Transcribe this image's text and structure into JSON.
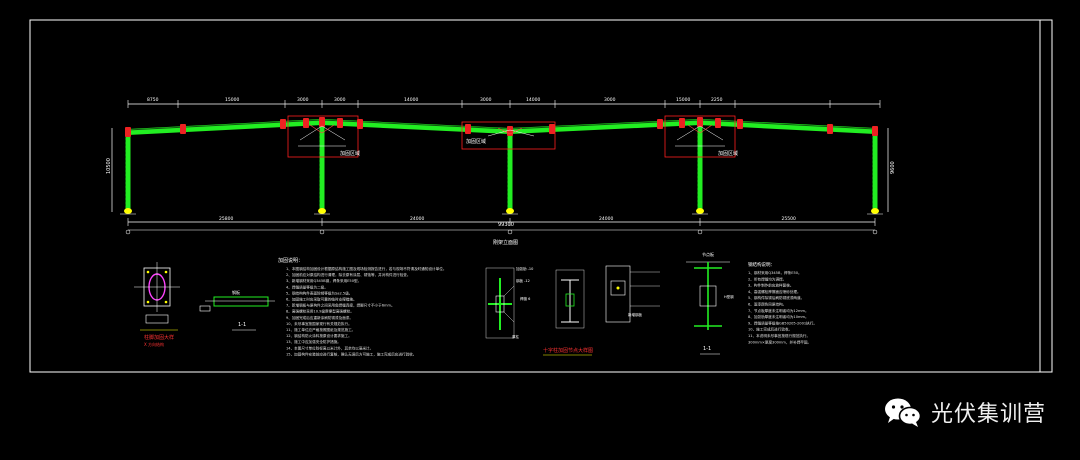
{
  "drawing": {
    "span_dims": [
      "8750",
      "15000",
      "3000",
      "3000",
      "14000",
      "3000",
      "14000",
      "3000",
      "15000",
      "2250"
    ],
    "bottom_dims": [
      "25800",
      "24000",
      "24000",
      "25500"
    ],
    "total_dim": "99300",
    "height_left": "10500",
    "height_right": "9600",
    "frame_caption": "刚架立面图",
    "haunch_labels": [
      "加固区域",
      "加固区域",
      "加固区域"
    ],
    "colors": {
      "beam": "#22ee22",
      "joint": "#ee2222",
      "dim": "#ffffff",
      "note": "#e8e8e8",
      "caption": "#ff3333",
      "frame": "#ffffff",
      "box": "#ff2020"
    }
  },
  "details": {
    "base_plate_caption": "柱脚加固大样",
    "base_plate_sub": "X 方向结构",
    "section_a_caption": "1-1",
    "section_a_label": "钢板",
    "notes_title": "加固说明：",
    "notes": [
      "1、本图钢结构加固设计根据原结构施工图及现场检测报告进行，若与现场不符请及时通知设计单位。",
      "2、加固前应对原结构进行清理，除去原有涂层、锈蚀等，并对构件进行检查。",
      "3、新增钢材采用Q345B钢，焊条采用E50型。",
      "4、焊缝质量等级为二级。",
      "5、钢结构构件表面除锈等级为Sa2.5级。",
      "6、加固施工时应采取可靠的临时支撑措施。",
      "7、新增钢板与原构件之间采用角焊缝连接，焊脚尺寸不小于6mm。",
      "8、高强螺栓采用10.9级摩擦型高强螺栓。",
      "9、加固完成后应重新涂刷防锈漆及面漆。",
      "10、未尽事宜按国家现行有关规范执行。",
      "11、施工单位应严格按照图纸及规范施工。",
      "12、钢结构防火涂料按原设计要求施工。",
      "13、施工中应加强安全防护措施。",
      "14、本图尺寸单位除标高以米计外，其余均以毫米计。",
      "15、加固构件安装前应进行复核，确认无误后方可施工，施工完成后应进行验收。"
    ],
    "cross_caption": "十字柱加固节点大样图",
    "cross_labels": [
      "加劲肋 -10",
      "钢板 -12",
      "焊缝 6",
      "原柱",
      "新增钢板"
    ],
    "right_notes_title": "钢结构说明：",
    "right_notes": [
      "1、钢材采用Q345B，焊条E50。",
      "2、所有焊缝均为满焊。",
      "3、构件制作前应放样复核。",
      "4、高强螺栓摩擦面应喷砂处理。",
      "5、钢构件除锈后刷防锈底漆两道。",
      "6、面漆颜色同原结构。",
      "7、节点板厚度未注明者均为12mm。",
      "8、加劲肋厚度未注明者均为10mm。",
      "9、焊缝质量等级按GB50205-2001执行。",
      "10、施工完成后进行验收。",
      "11、本说明未尽事宜按现行规范执行。",
      "300mm×厚度300mm，并补焊牢固。"
    ],
    "right_section_caption": "1-1",
    "right_section_top": "节点板",
    "right_section_mid": "H型钢"
  },
  "watermark": {
    "text": "光伏集训营",
    "icon": "wechat-icon"
  }
}
